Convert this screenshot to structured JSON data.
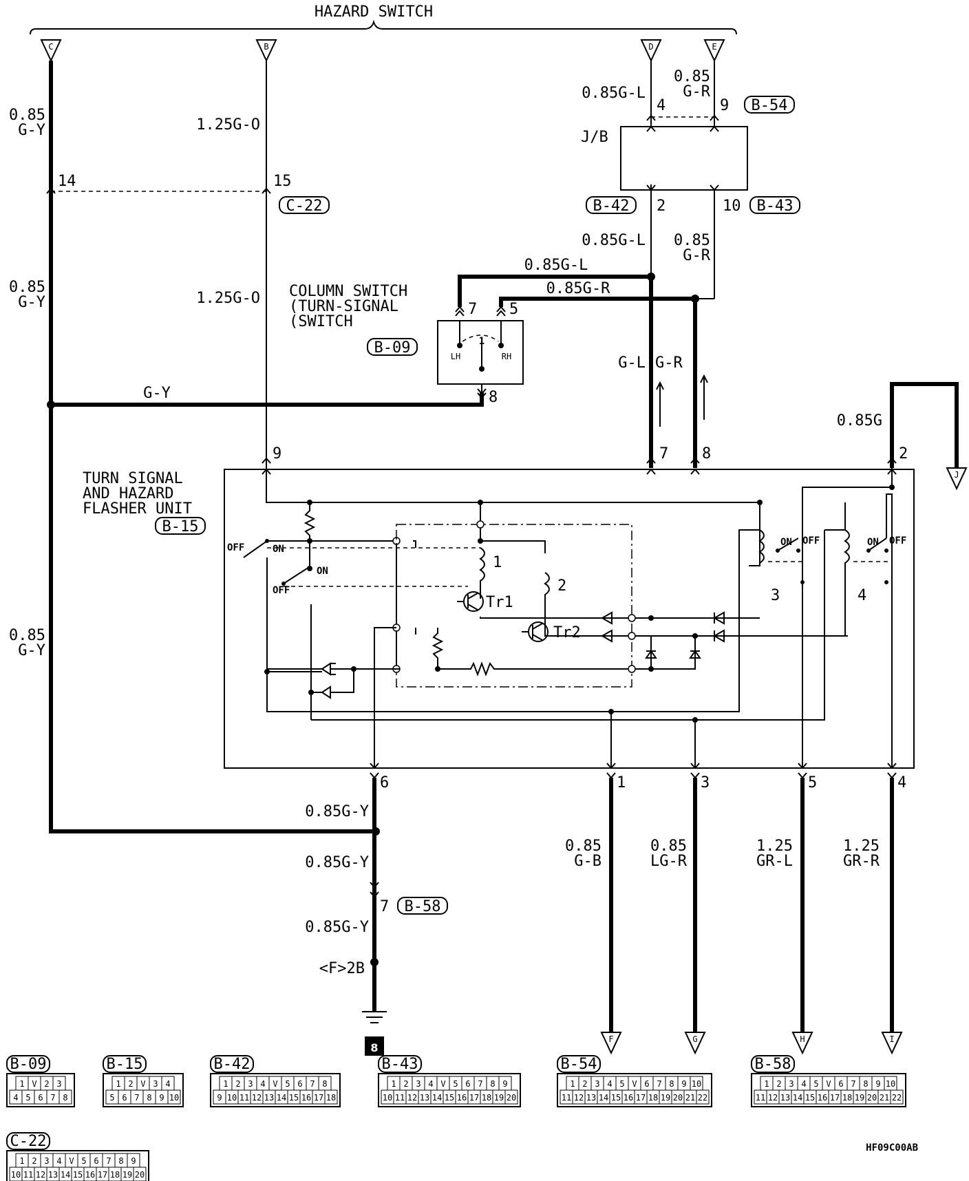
{
  "title": "HAZARD SWITCH",
  "top_connectors": [
    "C",
    "B",
    "D",
    "E"
  ],
  "bottom_connectors": [
    "F",
    "G",
    "H",
    "I"
  ],
  "side_connector": "J",
  "wires": {
    "c_top": "0.85\nG-Y",
    "b_top": "1.25G-O",
    "c_mid": "0.85\nG-Y",
    "b_mid": "1.25G-O",
    "c_low": "0.85\nG-Y",
    "d_top": "0.85G-L",
    "e_top": "0.85\nG-R",
    "d_mid": "0.85G-L",
    "e_mid": "0.85\nG-R",
    "gl_h": "0.85G-L",
    "gr_h": "0.85G-R",
    "gy_h": "G-Y",
    "gl": "G-L",
    "gr": "G-R",
    "g_right": "0.85G",
    "out6a": "0.85G-Y",
    "out6b": "0.85G-Y",
    "out6c": "0.85G-Y",
    "out1": "0.85\nG-B",
    "out3": "0.85\nLG-R",
    "out5": "1.25\nGR-L",
    "out4": "1.25\nGR-R"
  },
  "pins": {
    "p14": "14",
    "p15": "15",
    "p4": "4",
    "p9": "9",
    "p2": "2",
    "p10": "10",
    "p7cs": "7",
    "p5cs": "5",
    "p8cs": "8",
    "u9": "9",
    "u7": "7",
    "u8": "8",
    "u2": "2",
    "u6": "6",
    "u1": "1",
    "u3": "3",
    "u5": "5",
    "u4": "4",
    "p7b58": "7"
  },
  "refs": {
    "c22": "C-22",
    "b54": "B-54",
    "b42": "B-42",
    "b43": "B-43",
    "b09": "B-09",
    "b15": "B-15",
    "b58": "B-58"
  },
  "labels": {
    "jb": "J/B",
    "column_switch": "COLUMN SWITCH\n(TURN-SIGNAL\n(SWITCH",
    "lh": "LH",
    "rh": "RH",
    "flasher_unit": "TURN SIGNAL\nAND HAZARD\nFLASHER UNIT",
    "off1": "OFF",
    "on1": "ON",
    "on2": "ON",
    "off2": "OFF",
    "on3": "ON",
    "off3": "OFF",
    "on4": "ON",
    "off4": "OFF",
    "coil1": "1",
    "coil2": "2",
    "coil3": "3",
    "coil4": "4",
    "tr1": "Tr1",
    "tr2": "Tr2",
    "ground_point": "<F>2B",
    "ground_number": "8",
    "code": "HF09C00AB"
  },
  "connector_tables": [
    {
      "id": "B-09",
      "rows": [
        [
          "1",
          "V",
          "2",
          "3"
        ],
        [
          "4",
          "5",
          "6",
          "7",
          "8"
        ]
      ]
    },
    {
      "id": "B-15",
      "rows": [
        [
          "1",
          "2",
          "V",
          "3",
          "4"
        ],
        [
          "5",
          "6",
          "7",
          "8",
          "9",
          "10"
        ]
      ]
    },
    {
      "id": "B-42",
      "rows": [
        [
          "1",
          "2",
          "3",
          "4",
          "V",
          "5",
          "6",
          "7",
          "8"
        ],
        [
          "9",
          "10",
          "11",
          "12",
          "13",
          "14",
          "15",
          "16",
          "17",
          "18"
        ]
      ]
    },
    {
      "id": "B-43",
      "rows": [
        [
          "1",
          "2",
          "3",
          "4",
          "V",
          "5",
          "6",
          "7",
          "8",
          "9"
        ],
        [
          "10",
          "11",
          "12",
          "13",
          "14",
          "15",
          "16",
          "17",
          "18",
          "19",
          "20"
        ]
      ]
    },
    {
      "id": "B-54",
      "rows": [
        [
          "1",
          "2",
          "3",
          "4",
          "5",
          "V",
          "6",
          "7",
          "8",
          "9",
          "10"
        ],
        [
          "11",
          "12",
          "13",
          "14",
          "15",
          "16",
          "17",
          "18",
          "19",
          "20",
          "21",
          "22"
        ]
      ]
    },
    {
      "id": "B-58",
      "rows": [
        [
          "1",
          "2",
          "3",
          "4",
          "5",
          "V",
          "6",
          "7",
          "8",
          "9",
          "10"
        ],
        [
          "11",
          "12",
          "13",
          "14",
          "15",
          "16",
          "17",
          "18",
          "19",
          "20",
          "21",
          "22"
        ]
      ]
    },
    {
      "id": "C-22",
      "rows": [
        [
          "1",
          "2",
          "3",
          "4",
          "V",
          "5",
          "6",
          "7",
          "8",
          "9"
        ],
        [
          "10",
          "11",
          "12",
          "13",
          "14",
          "15",
          "16",
          "17",
          "18",
          "19",
          "20"
        ]
      ]
    }
  ]
}
